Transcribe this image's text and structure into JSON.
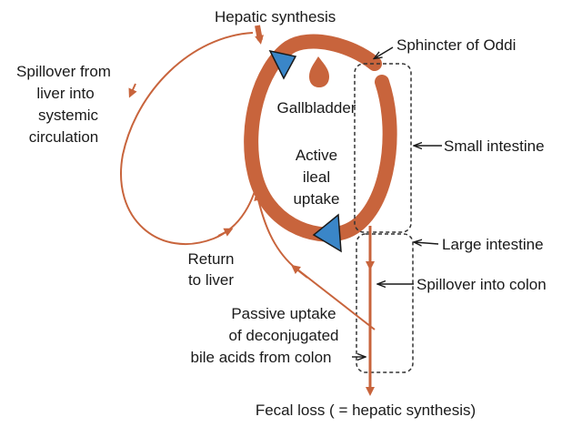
{
  "colors": {
    "bile_path": "#c8643c",
    "arrowhead": "#3a86c8",
    "arrowhead_outline": "#1a1a1a",
    "label_text": "#1a1a1a",
    "dashed_box": "#333333"
  },
  "labels": {
    "hepatic_synthesis": "Hepatic synthesis",
    "sphincter": "Sphincter of Oddi",
    "spillover_liver": [
      "Spillover from",
      "liver into",
      "systemic",
      "circulation"
    ],
    "gallbladder": "Gallbladder",
    "small_intestine": "Small intestine",
    "active_uptake": [
      "Active",
      "ileal",
      "uptake"
    ],
    "large_intestine": "Large intestine",
    "return_liver": [
      "Return",
      "to liver"
    ],
    "spillover_colon": "Spillover into colon",
    "passive_uptake": [
      "Passive uptake",
      "of deconjugated",
      "bile acids from colon"
    ],
    "fecal_loss": "Fecal loss ( = hepatic synthesis)"
  }
}
